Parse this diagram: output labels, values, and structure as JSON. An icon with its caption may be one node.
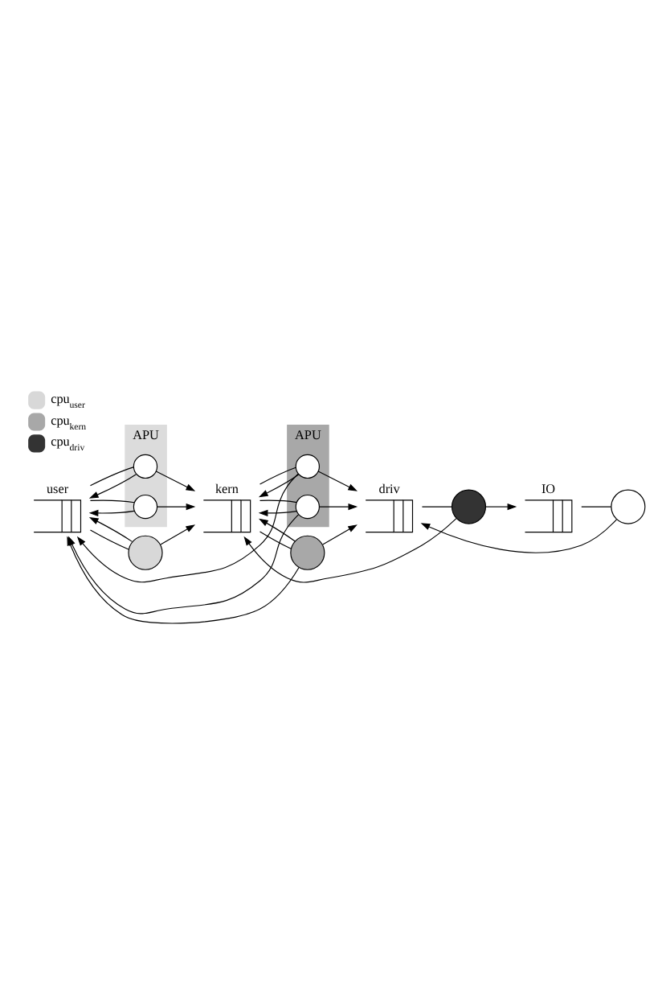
{
  "diagram": {
    "nodes": [
      {
        "text": [
          "user"
        ]
      },
      {
        "text": [
          "APU"
        ]
      },
      {
        "text": [],
        "shape": "circle",
        "in": 1
      },
      {
        "text": [],
        "shape": "circle",
        "in": 1
      },
      {
        "text": [],
        "shape": "circle"
      },
      {
        "text": [
          "kern"
        ]
      },
      {
        "text": [
          "APU"
        ]
      },
      {
        "text": [],
        "shape": "circle",
        "in": 6
      },
      {
        "text": [],
        "shape": "circle",
        "in": 6
      },
      {
        "text": [],
        "shape": "circle"
      },
      {
        "text": [
          "driv"
        ]
      },
      {
        "text": [],
        "shape": "circle"
      },
      {
        "text": [
          "IO"
        ]
      },
      {
        "text": [],
        "shape": "circle"
      }
    ],
    "edges": [
      {
        "from": 0,
        "to": 2,
        "arrow": "none"
      },
      {
        "from": 0,
        "to": 3,
        "arrow": "none"
      },
      {
        "from": 0,
        "to": 4,
        "arrow": "none"
      },
      {
        "from": 2,
        "to": 0,
        "arrow": "to"
      },
      {
        "from": 3,
        "to": 0,
        "arrow": "to"
      },
      {
        "from": 4,
        "to": 0,
        "arrow": "to"
      },
      {
        "from": 2,
        "to": 5,
        "arrow": "to"
      },
      {
        "from": 3,
        "to": 5,
        "arrow": "to"
      },
      {
        "from": 4,
        "to": 5,
        "arrow": "to"
      },
      {
        "from": 5,
        "to": 7,
        "arrow": "none"
      },
      {
        "from": 5,
        "to": 8,
        "arrow": "none"
      },
      {
        "from": 5,
        "to": 9,
        "arrow": "none"
      },
      {
        "from": 7,
        "to": 0,
        "arrow": "to"
      },
      {
        "from": 8,
        "to": 0,
        "arrow": "to"
      },
      {
        "from": 9,
        "to": 0,
        "arrow": "to"
      },
      {
        "from": 7,
        "to": 5,
        "arrow": "to"
      },
      {
        "from": 8,
        "to": 5,
        "arrow": "to"
      },
      {
        "from": 9,
        "to": 5,
        "arrow": "to"
      },
      {
        "from": 7,
        "to": 10,
        "arrow": "to"
      },
      {
        "from": 8,
        "to": 10,
        "arrow": "to"
      },
      {
        "from": 9,
        "to": 10,
        "arrow": "to"
      },
      {
        "from": 10,
        "to": 11,
        "arrow": "none"
      },
      {
        "from": 11,
        "to": 12,
        "arrow": "to"
      },
      {
        "from": 11,
        "to": 5,
        "arrow": "to"
      },
      {
        "from": 12,
        "to": 13,
        "arrow": "none"
      },
      {
        "from": 13,
        "to": 10,
        "arrow": "to"
      }
    ],
    "legend": [
      {
        "text": "cpu$_{user}$",
        "color": "#d8d8d8"
      },
      {
        "text": "cpu$_{kern}$",
        "color": "#a8a8a8"
      },
      {
        "text": "cpu$_{driv}$",
        "color": "#333333"
      }
    ]
  }
}
